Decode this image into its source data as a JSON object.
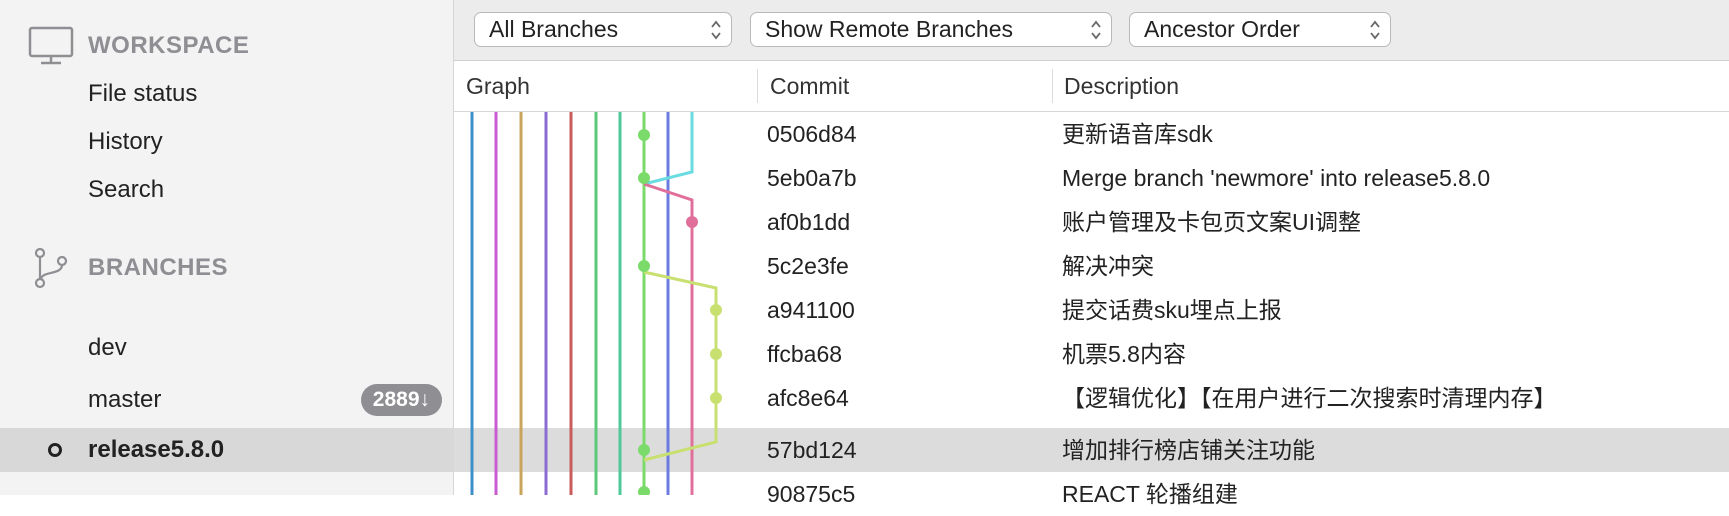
{
  "sidebar": {
    "workspace": {
      "header": "WORKSPACE",
      "icon": "monitor-icon",
      "items": [
        "File status",
        "History",
        "Search"
      ]
    },
    "branches": {
      "header": "BRANCHES",
      "icon": "branch-icon",
      "items": [
        {
          "label": "dev",
          "badge": ""
        },
        {
          "label": "master",
          "badge": "2889↓"
        },
        {
          "label": "release5.8.0",
          "badge": "",
          "current": true
        }
      ]
    }
  },
  "toolbar": {
    "branches_filter": "All Branches",
    "remote_filter": "Show Remote Branches",
    "order": "Ancestor Order"
  },
  "columns": {
    "graph": "Graph",
    "commit": "Commit",
    "description": "Description"
  },
  "commits": [
    {
      "hash": "0506d84",
      "description": "更新语音库sdk"
    },
    {
      "hash": "5eb0a7b",
      "description": "Merge branch 'newmore' into release5.8.0"
    },
    {
      "hash": "af0b1dd",
      "description": "账户管理及卡包页文案UI调整"
    },
    {
      "hash": "5c2e3fe",
      "description": "解决冲突"
    },
    {
      "hash": "a941100",
      "description": "提交话费sku埋点上报"
    },
    {
      "hash": "ffcba68",
      "description": "机票5.8内容"
    },
    {
      "hash": "afc8e64",
      "description": "【逻辑优化】【在用户进行二次搜索时清理内存】"
    },
    {
      "hash": "57bd124",
      "description": "增加排行榜店铺关注功能"
    },
    {
      "hash": "90875c5",
      "description": "REACT 轮播组建"
    }
  ],
  "selected_commit_index": 7,
  "colors": {
    "lane_colors": [
      "#3d8fc9",
      "#c95bd2",
      "#c9a55b",
      "#8b6bd2",
      "#c95b5b",
      "#5bc97a",
      "#4fc99a",
      "#7adb6a",
      "#6b7be0",
      "#6adbe0",
      "#e0709a",
      "#c8e070"
    ]
  }
}
